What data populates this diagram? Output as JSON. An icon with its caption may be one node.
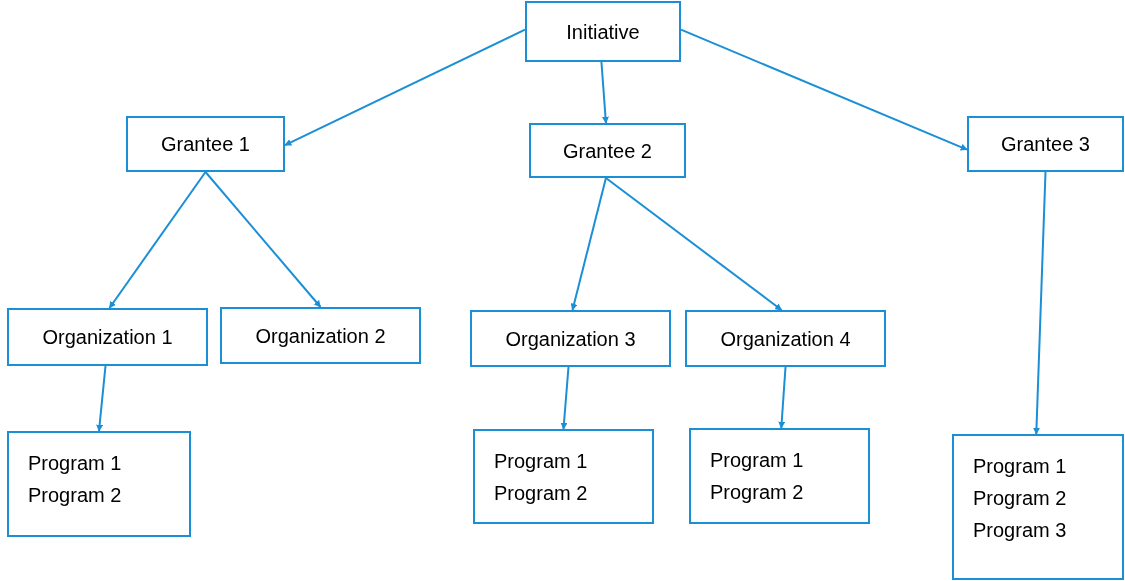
{
  "diagram": {
    "nodes": [
      {
        "text": [
          "Initiative"
        ]
      },
      {
        "text": [
          "Grantee 1"
        ]
      },
      {
        "text": [
          "Grantee 2"
        ]
      },
      {
        "text": [
          "Grantee 3"
        ]
      },
      {
        "text": [
          "Organization 1"
        ]
      },
      {
        "text": [
          "Organization 2"
        ]
      },
      {
        "text": [
          "Organization 3"
        ]
      },
      {
        "text": [
          "Organization 4"
        ]
      },
      {
        "text": [
          "Program 1",
          "Program 2"
        ]
      },
      {
        "text": [
          "Program 1",
          "Program 2"
        ]
      },
      {
        "text": [
          "Program 1",
          "Program 2"
        ]
      },
      {
        "text": [
          "Program 1",
          "Program 2",
          "Program 3"
        ]
      }
    ],
    "edges": [
      {
        "from": 0,
        "to": 1,
        "arrow": "to"
      },
      {
        "from": 0,
        "to": 2,
        "arrow": "to"
      },
      {
        "from": 0,
        "to": 3,
        "arrow": "to"
      },
      {
        "from": 1,
        "to": 4,
        "arrow": "to"
      },
      {
        "from": 1,
        "to": 5,
        "arrow": "to"
      },
      {
        "from": 2,
        "to": 6,
        "arrow": "to"
      },
      {
        "from": 2,
        "to": 7,
        "arrow": "to"
      },
      {
        "from": 3,
        "to": 11,
        "arrow": "to"
      },
      {
        "from": 4,
        "to": 8,
        "arrow": "to"
      },
      {
        "from": 6,
        "to": 9,
        "arrow": "to"
      },
      {
        "from": 7,
        "to": 10,
        "arrow": "to"
      }
    ]
  }
}
